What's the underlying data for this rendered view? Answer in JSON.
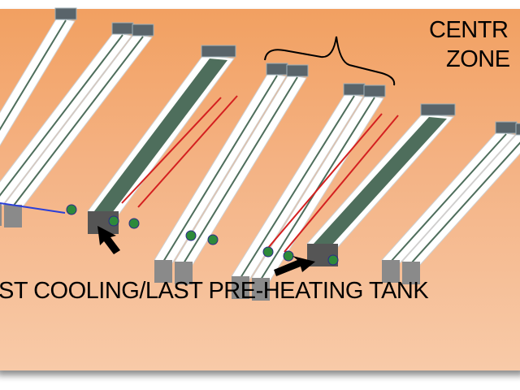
{
  "labels": {
    "zone_line1": "CENTR",
    "zone_line2": "ZONE",
    "tank_caption": "ST COOLING/LAST PRE-HEATING TANK"
  },
  "colors": {
    "background_top": "#f2a061",
    "background_bottom": "#f8caa8",
    "tank_body": "#ffffff",
    "tank_rail": "#4e6e5c",
    "heating_pipe": "#d42020",
    "cooling_pipe": "#2a3fd8",
    "pump": "#2e8a3a"
  },
  "icons": [
    "arrow-up-left-icon",
    "arrow-up-right-icon",
    "brace-icon"
  ]
}
